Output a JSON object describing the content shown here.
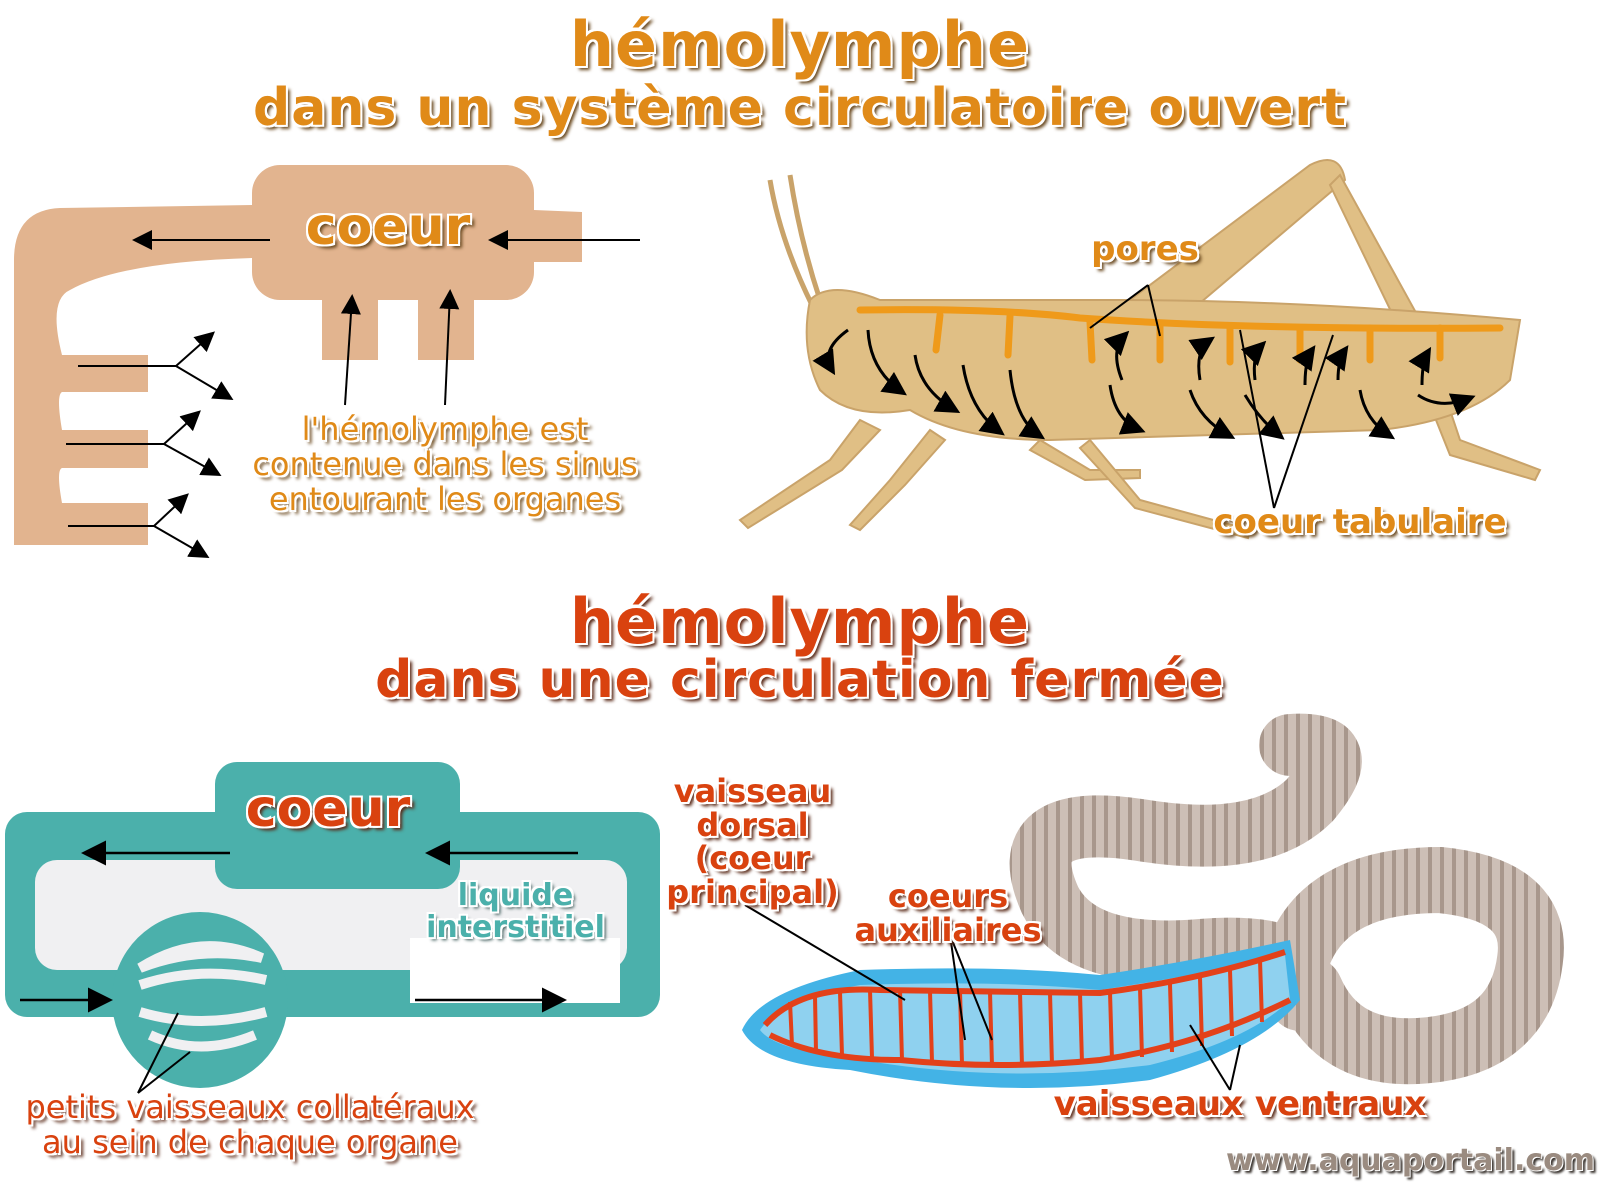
{
  "section_open": {
    "title": "hémolymphe",
    "subtitle": "dans un système circulatoire ouvert",
    "title_color": "#e08a18",
    "diagram": {
      "heart_label": "coeur",
      "description_lines": [
        "l'hémolymphe est",
        "contenue dans les sinus",
        "entourant les organes"
      ],
      "fill_color": "#e2b48f"
    },
    "illustration": {
      "subject": "grasshopper",
      "labels": {
        "pores": "pores",
        "tubular_heart": "coeur tabulaire"
      }
    }
  },
  "section_closed": {
    "title": "hémolymphe",
    "subtitle": "dans une circulation fermée",
    "title_color": "#d9420f",
    "diagram": {
      "heart_label": "coeur",
      "interstitial_label_lines": [
        "liquide",
        "interstitiel"
      ],
      "vessels_label_lines": [
        "petits vaisseaux collatéraux",
        "au sein de chaque organe"
      ],
      "fill_color": "#4bb0ab",
      "inner_color": "#f0f0f2"
    },
    "illustration": {
      "subject": "earthworm",
      "labels": {
        "dorsal_vessel_lines": [
          "vaisseau",
          "dorsal",
          "(coeur",
          "principal)"
        ],
        "aux_hearts_lines": [
          "coeurs",
          "auxiliaires"
        ],
        "ventral_vessels": "vaisseaux ventraux"
      }
    }
  },
  "footer": {
    "watermark": "www.aquaportail.com"
  }
}
